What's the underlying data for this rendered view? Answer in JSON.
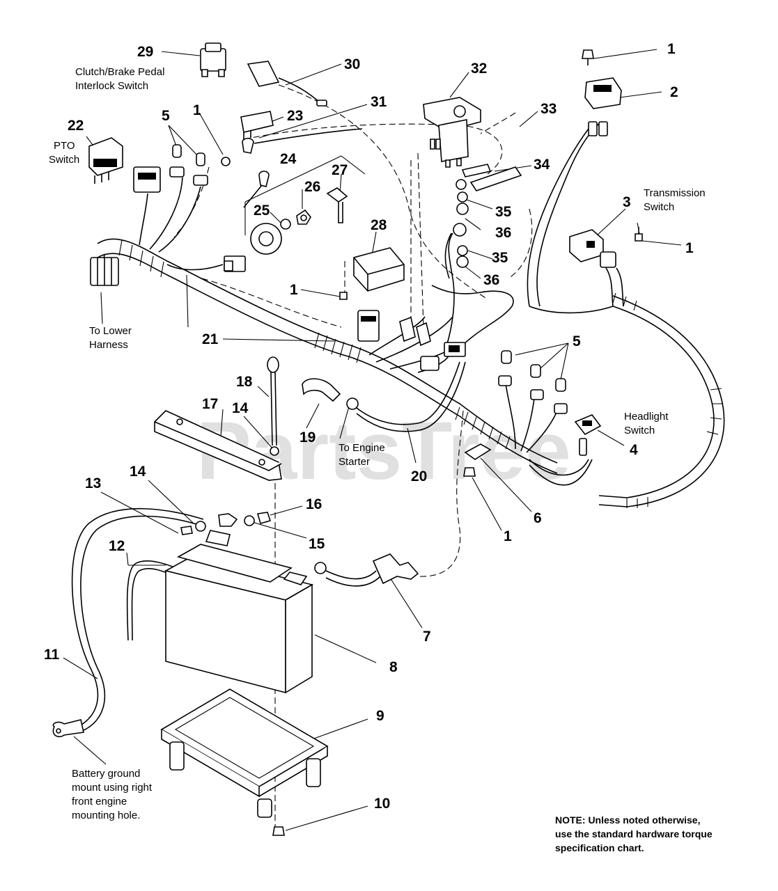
{
  "watermark": "PartsTree",
  "callouts": {
    "c29": "29",
    "c30": "30",
    "c32": "32",
    "c1_top": "1",
    "c2": "2",
    "c31": "31",
    "c33": "33",
    "c5_top": "5",
    "c1_a": "1",
    "c23": "23",
    "c22": "22",
    "c24": "24",
    "c27": "27",
    "c26": "26",
    "c34": "34",
    "c25": "25",
    "c35_a": "35",
    "c3": "3",
    "c1_right": "1",
    "c28": "28",
    "c36_a": "36",
    "c35_b": "35",
    "c1_mid": "1",
    "c36_b": "36",
    "c21": "21",
    "c5_mid": "5",
    "c18": "18",
    "c17": "17",
    "c14_a": "14",
    "c19": "19",
    "c4": "4",
    "c20": "20",
    "c13": "13",
    "c14_b": "14",
    "c16": "16",
    "c6": "6",
    "c15": "15",
    "c12": "12",
    "c1_low": "1",
    "c7": "7",
    "c8": "8",
    "c11": "11",
    "c9": "9",
    "c10": "10"
  },
  "labels": {
    "clutch_brake": [
      "Clutch/Brake Pedal",
      "Interlock Switch"
    ],
    "pto": [
      "PTO",
      "Switch"
    ],
    "transmission": [
      "Transmission",
      "Switch"
    ],
    "lower_harness": [
      "To Lower",
      "Harness"
    ],
    "headlight": [
      "Headlight",
      "Switch"
    ],
    "engine_starter": [
      "To Engine",
      "Starter"
    ],
    "battery_ground": [
      "Battery ground",
      "mount using right",
      "front engine",
      "mounting hole."
    ]
  },
  "note": [
    "NOTE: Unless noted otherwise,",
    "use the standard hardware torque",
    "specification chart."
  ]
}
